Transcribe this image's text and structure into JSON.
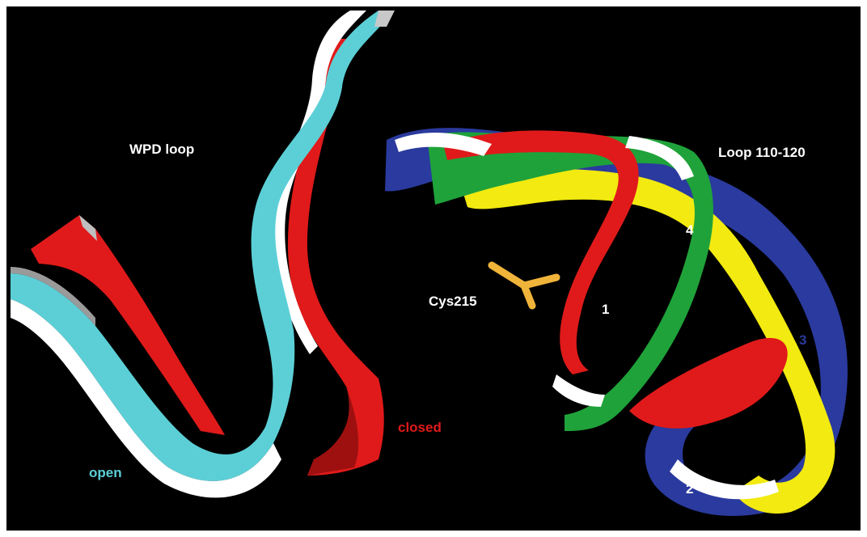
{
  "labels": {
    "wpd_loop": "WPD loop",
    "loop_110_120": "Loop 110-120",
    "cys215": "Cys215",
    "open": "open",
    "closed": "closed"
  },
  "numbers": {
    "n1": "1",
    "n2": "2",
    "n3": "3",
    "n4": "4"
  },
  "colors": {
    "background": "#000000",
    "open": "#5ccfd6",
    "closed": "#e01a1a",
    "blue": "#2a3a9e",
    "yellow": "#f2ea10",
    "green": "#1fa23a",
    "red": "#e01a1a",
    "white": "#ffffff",
    "cys": "#f0b43a"
  }
}
